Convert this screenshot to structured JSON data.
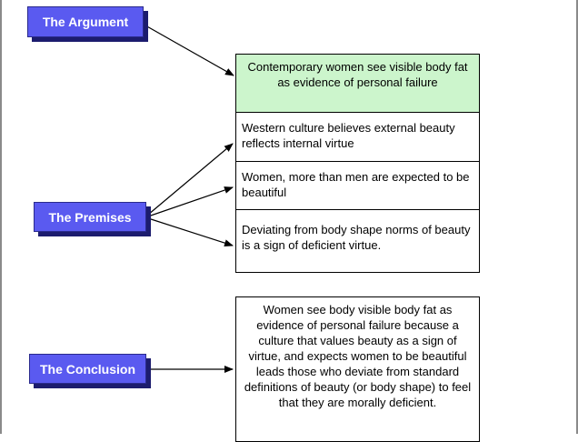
{
  "labels": {
    "argument": "The Argument",
    "premises": "The Premises",
    "conclusion": "The Conclusion"
  },
  "argument_box": "Contemporary women see visible body fat as evidence of personal failure",
  "premises": [
    "Western culture believes external beauty reflects internal virtue",
    "Women, more than men are expected to be beautiful",
    "Deviating from body shape norms of beauty is a sign of deficient virtue."
  ],
  "conclusion_box": "Women see body visible body fat as evidence of personal failure because a culture that values beauty as a sign of virtue, and expects women to be beautiful leads those who deviate from standard definitions of beauty (or body shape) to feel that they are morally deficient.",
  "colors": {
    "label_face": "#5a5af0",
    "label_shadow": "#1c1c6e",
    "argument_fill": "#ccf5cc",
    "frame": "#8a8a8a"
  }
}
